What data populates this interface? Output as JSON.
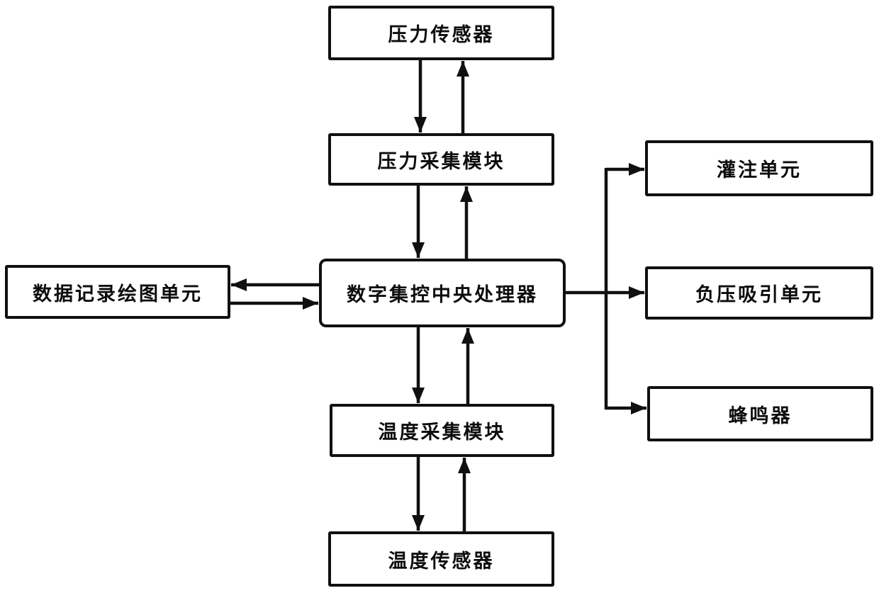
{
  "figure": {
    "type": "block-diagram",
    "background_color": "#ffffff",
    "line_color": "#101010"
  },
  "nodes": {
    "pressure_sensor": {
      "label": "压力传感器"
    },
    "pressure_module": {
      "label": "压力采集模块"
    },
    "cpu": {
      "label": "数字集控中央处理器"
    },
    "data_record": {
      "label": "数据记录绘图单元"
    },
    "perfusion": {
      "label": "灌注单元"
    },
    "suction": {
      "label": "负压吸引单元"
    },
    "buzzer": {
      "label": "蜂鸣器"
    },
    "temp_module": {
      "label": "温度采集模块"
    },
    "temp_sensor": {
      "label": "温度传感器"
    }
  },
  "edges": [
    {
      "from": "pressure_sensor",
      "to": "pressure_module",
      "style": "arrow"
    },
    {
      "from": "pressure_module",
      "to": "pressure_sensor",
      "style": "arrow"
    },
    {
      "from": "pressure_module",
      "to": "cpu",
      "style": "arrow"
    },
    {
      "from": "cpu",
      "to": "pressure_module",
      "style": "arrow"
    },
    {
      "from": "cpu",
      "to": "data_record",
      "style": "arrow"
    },
    {
      "from": "data_record",
      "to": "cpu",
      "style": "arrow"
    },
    {
      "from": "cpu",
      "to": "perfusion",
      "style": "arrow"
    },
    {
      "from": "cpu",
      "to": "suction",
      "style": "arrow"
    },
    {
      "from": "cpu",
      "to": "buzzer",
      "style": "arrow"
    },
    {
      "from": "cpu",
      "to": "temp_module",
      "style": "arrow"
    },
    {
      "from": "temp_module",
      "to": "cpu",
      "style": "arrow"
    },
    {
      "from": "temp_module",
      "to": "temp_sensor",
      "style": "arrow"
    },
    {
      "from": "temp_sensor",
      "to": "temp_module",
      "style": "arrow"
    }
  ]
}
